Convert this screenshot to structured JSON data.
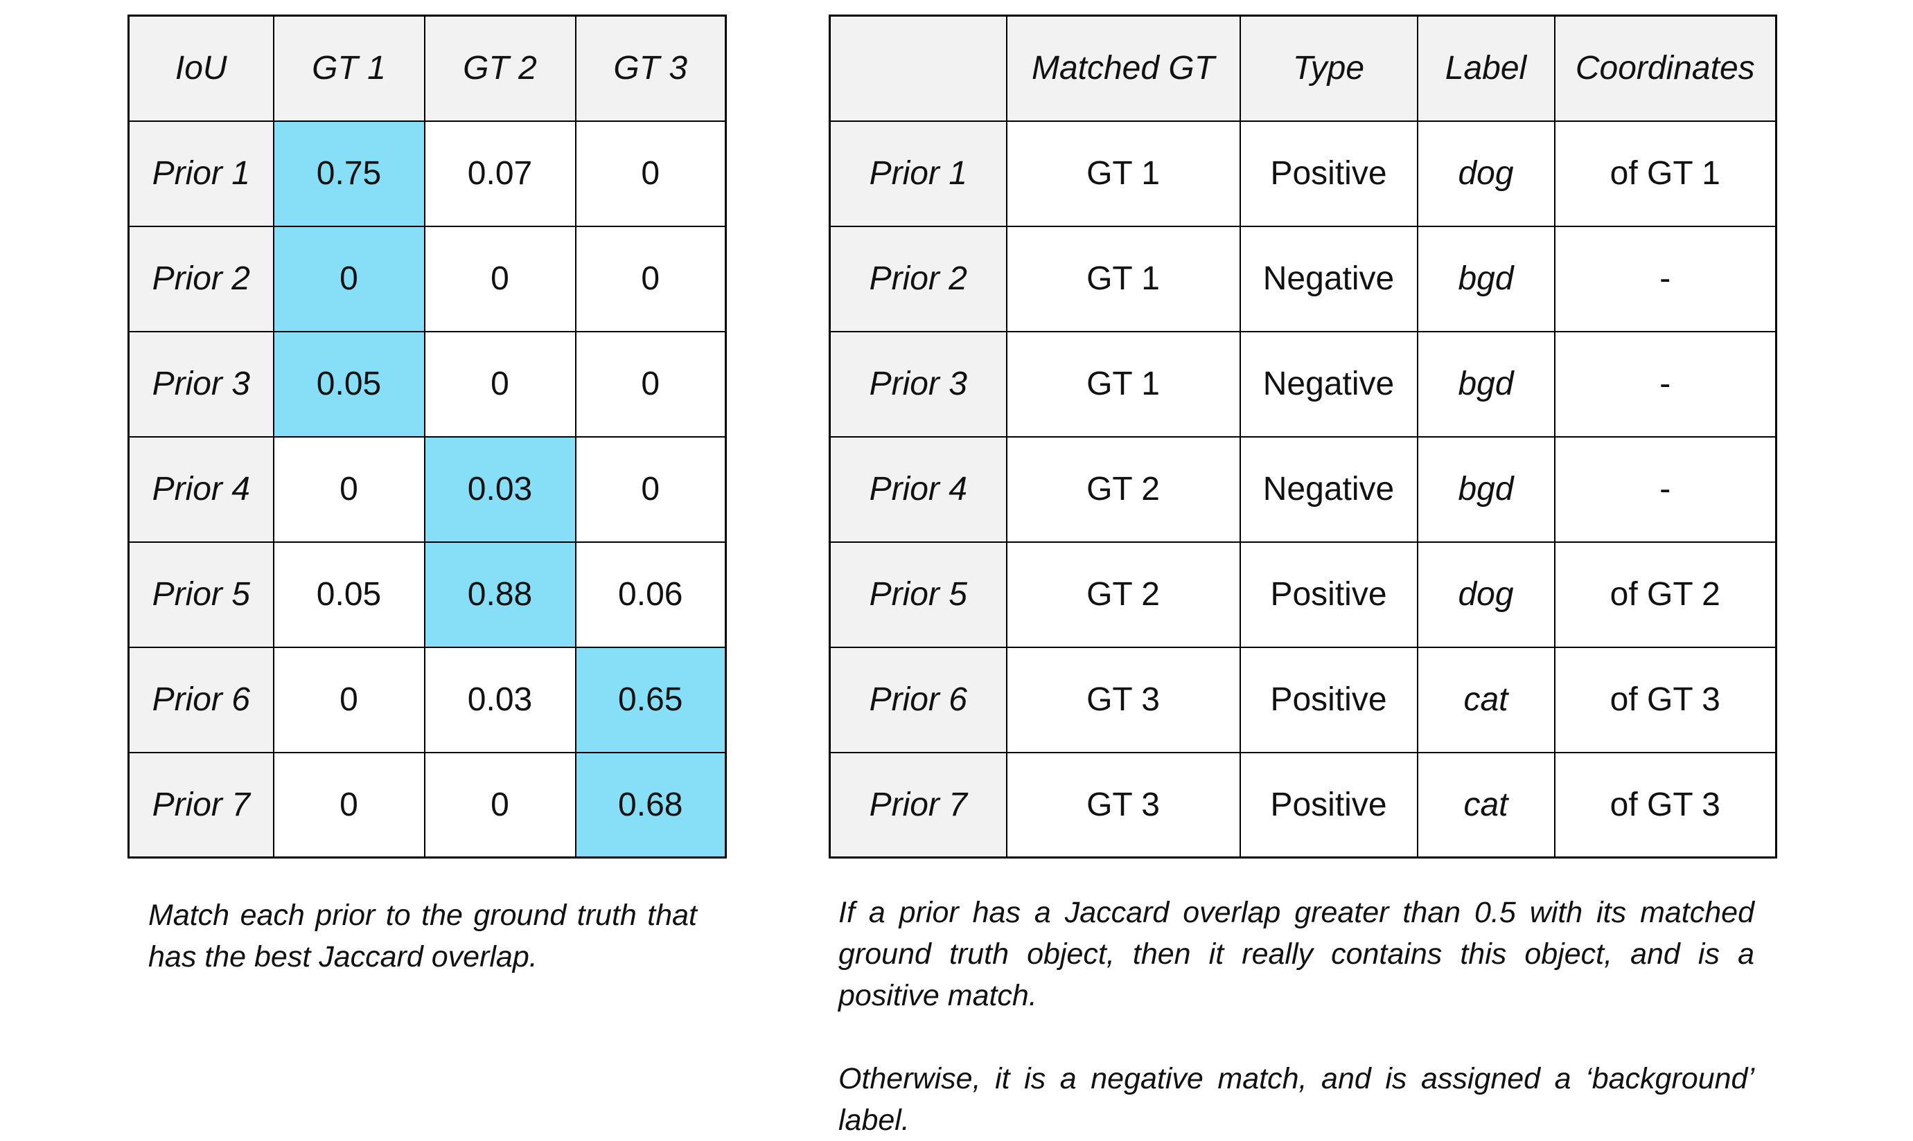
{
  "colors": {
    "highlight_cyan": "#87def7",
    "header_gray": "#f2f2f2",
    "border_black": "#000000",
    "page_background": "#ffffff"
  },
  "iou_table": {
    "corner": "IoU",
    "gt_columns": [
      "GT 1",
      "GT 2",
      "GT 3"
    ],
    "rows": [
      {
        "label": "Prior 1",
        "gt1": "0.75",
        "gt2": "0.07",
        "gt3": "0",
        "highlighted_column": "GT 1"
      },
      {
        "label": "Prior 2",
        "gt1": "0",
        "gt2": "0",
        "gt3": "0",
        "highlighted_column": "GT 1"
      },
      {
        "label": "Prior 3",
        "gt1": "0.05",
        "gt2": "0",
        "gt3": "0",
        "highlighted_column": "GT 1"
      },
      {
        "label": "Prior 4",
        "gt1": "0",
        "gt2": "0.03",
        "gt3": "0",
        "highlighted_column": "GT 2"
      },
      {
        "label": "Prior 5",
        "gt1": "0.05",
        "gt2": "0.88",
        "gt3": "0.06",
        "highlighted_column": "GT 2"
      },
      {
        "label": "Prior 6",
        "gt1": "0",
        "gt2": "0.03",
        "gt3": "0.65",
        "highlighted_column": "GT 3"
      },
      {
        "label": "Prior 7",
        "gt1": "0",
        "gt2": "0",
        "gt3": "0.68",
        "highlighted_column": "GT 3"
      }
    ]
  },
  "match_table": {
    "headers": {
      "corner": "",
      "matched_gt": "Matched GT",
      "type": "Type",
      "label": "Label",
      "coordinates": "Coordinates"
    },
    "rows": [
      {
        "prior": "Prior 1",
        "matched_gt": "GT 1",
        "type": "Positive",
        "label": "dog",
        "coordinates": "of GT 1"
      },
      {
        "prior": "Prior 2",
        "matched_gt": "GT 1",
        "type": "Negative",
        "label": "bgd",
        "coordinates": "-"
      },
      {
        "prior": "Prior 3",
        "matched_gt": "GT 1",
        "type": "Negative",
        "label": "bgd",
        "coordinates": "-"
      },
      {
        "prior": "Prior 4",
        "matched_gt": "GT 2",
        "type": "Negative",
        "label": "bgd",
        "coordinates": "-"
      },
      {
        "prior": "Prior 5",
        "matched_gt": "GT 2",
        "type": "Positive",
        "label": "dog",
        "coordinates": "of GT 2"
      },
      {
        "prior": "Prior 6",
        "matched_gt": "GT 3",
        "type": "Positive",
        "label": "cat",
        "coordinates": "of GT 3"
      },
      {
        "prior": "Prior 7",
        "matched_gt": "GT 3",
        "type": "Positive",
        "label": "cat",
        "coordinates": "of GT 3"
      }
    ]
  },
  "captions": {
    "left": "Match each prior to the ground truth that has the best Jaccard overlap.",
    "right_paragraph_1": "If a prior has a Jaccard overlap greater than 0.5 with its matched ground truth object, then it really contains this object, and is a positive match.",
    "right_paragraph_2": "Otherwise, it is a negative match, and is assigned a ‘background’ label."
  }
}
